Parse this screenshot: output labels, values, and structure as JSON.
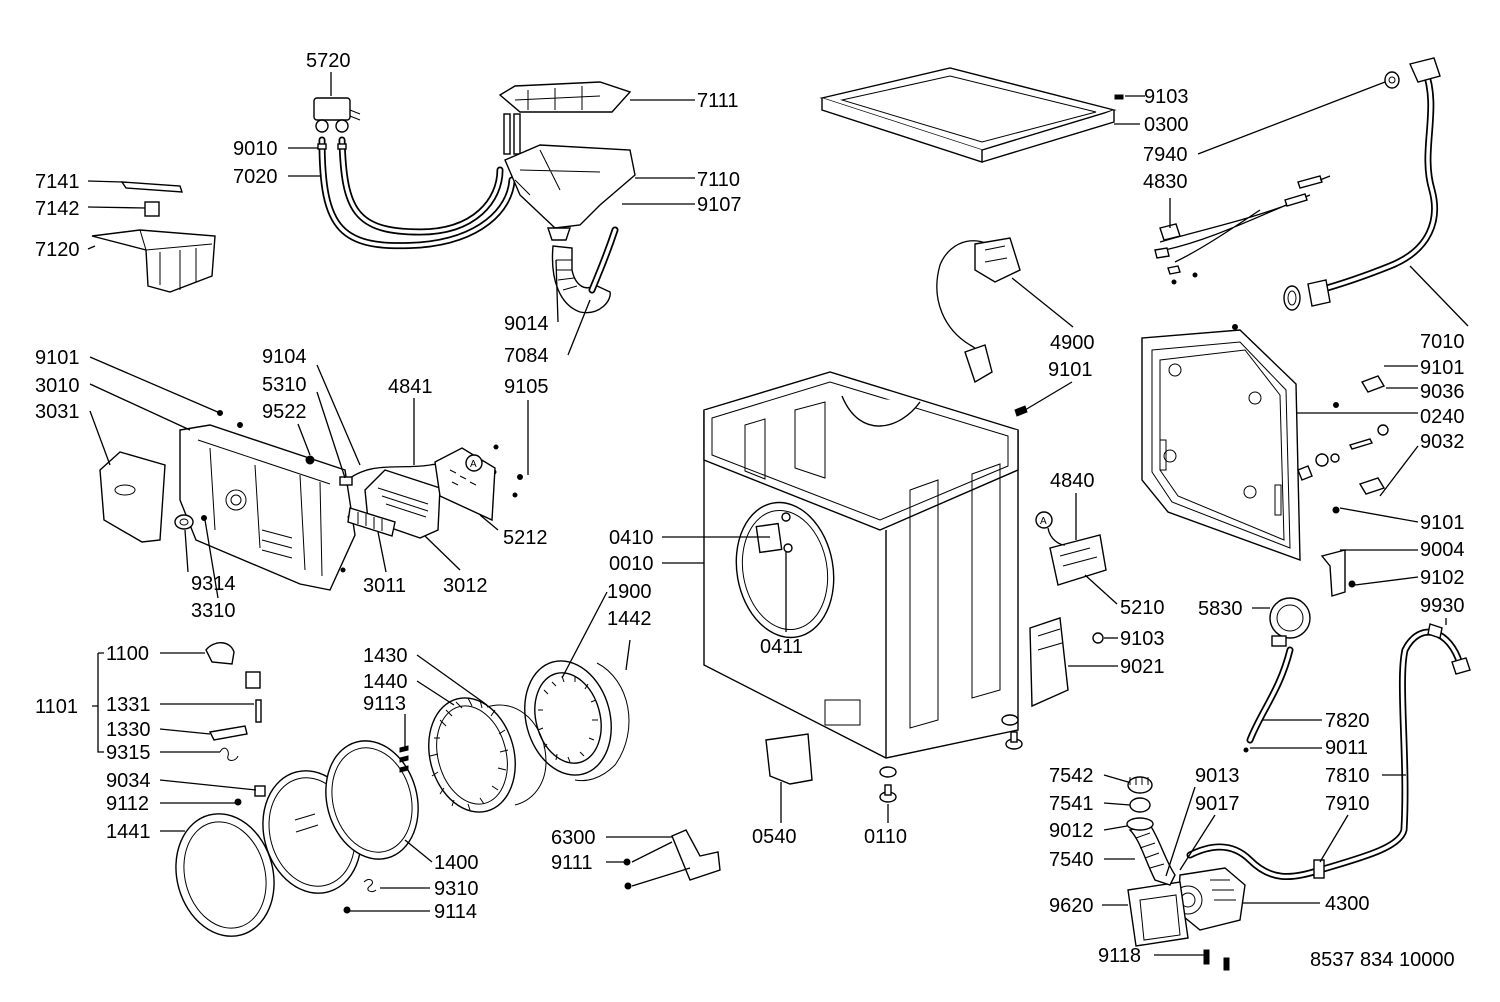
{
  "labels": {
    "l5720": "5720",
    "l7111": "7111",
    "l9010": "9010",
    "l7020": "7020",
    "l7110": "7110",
    "l9107": "9107",
    "l7141": "7141",
    "l7142": "7142",
    "l7120": "7120",
    "l9014": "9014",
    "l7084": "7084",
    "l9105": "9105",
    "l9101a": "9101",
    "l3010": "3010",
    "l3031": "3031",
    "l9104": "9104",
    "l5310": "5310",
    "l9522": "9522",
    "l4841": "4841",
    "l5212": "5212",
    "l3011": "3011",
    "l3012": "3012",
    "l9314": "9314",
    "l3310": "3310",
    "l1100": "1100",
    "l1101": "1101",
    "l1331": "1331",
    "l1330": "1330",
    "l9315": "9315",
    "l9034": "9034",
    "l9112": "9112",
    "l1441": "1441",
    "l1430": "1430",
    "l1440": "1440",
    "l9113": "9113",
    "l1900": "1900",
    "l1442": "1442",
    "l1400": "1400",
    "l9310": "9310",
    "l9114": "9114",
    "l0410": "0410",
    "l0010": "0010",
    "l0411": "0411",
    "l6300": "6300",
    "l9111": "9111",
    "l0540": "0540",
    "l0110": "0110",
    "l9103a": "9103",
    "l0300": "0300",
    "l7940": "7940",
    "l4830": "4830",
    "l4900": "4900",
    "l9101b": "9101",
    "l4840": "4840",
    "l5210": "5210",
    "l9103b": "9103",
    "l9021": "9021",
    "l7010": "7010",
    "l9101c": "9101",
    "l9036": "9036",
    "l0240": "0240",
    "l9032": "9032",
    "l9101d": "9101",
    "l9004": "9004",
    "l9102": "9102",
    "l5830": "5830",
    "l9930": "9930",
    "l7820": "7820",
    "l9011": "9011",
    "l7810": "7810",
    "l7542": "7542",
    "l9013": "9013",
    "l7541": "7541",
    "l9017": "9017",
    "l7910": "7910",
    "l9012": "9012",
    "l7540": "7540",
    "l9620": "9620",
    "l4300": "4300",
    "l9118": "9118",
    "connA1": "A",
    "connA2": "A",
    "code": "8537 834 10000"
  }
}
